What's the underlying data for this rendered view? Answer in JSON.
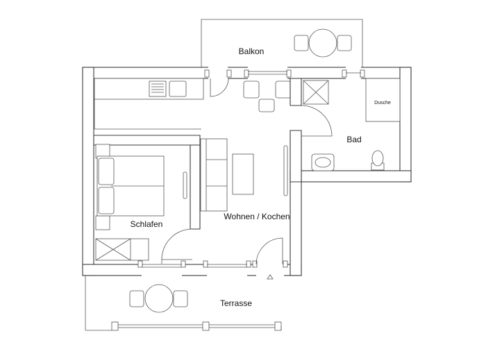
{
  "rooms": {
    "balkon": "Balkon",
    "bad": "Bad",
    "dusche": "Dusche",
    "schlafen": "Schlafen",
    "wohnen": "Wohnen / Kochen",
    "terrasse": "Terrasse"
  },
  "colors": {
    "wall": "#3a3a3a",
    "line": "#555555",
    "background": "#ffffff"
  }
}
